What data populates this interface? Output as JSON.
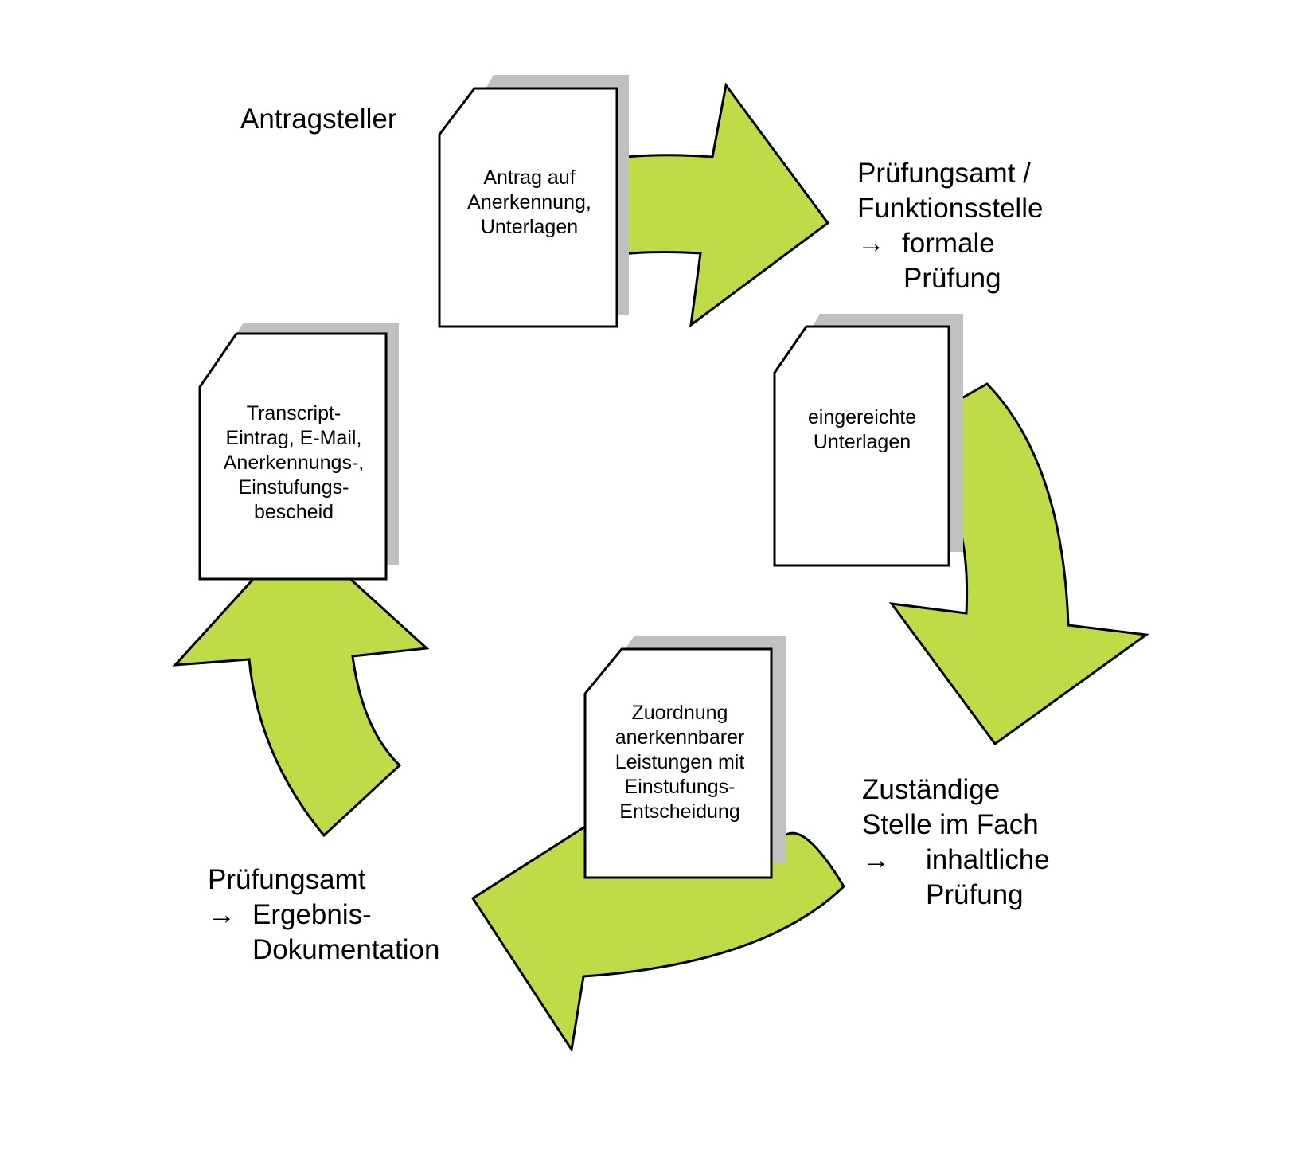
{
  "diagram": {
    "type": "process-cycle",
    "colors": {
      "arrow_fill": "#bddc47",
      "outline": "#000000",
      "document_fill": "#ffffff",
      "document_shadow": "#c0c0c0"
    },
    "stages": [
      {
        "id": "antragsteller",
        "label_lines": [
          "Antragsteller"
        ]
      },
      {
        "id": "pruefungsamt-formal",
        "label_lines": [
          "Prüfungsamt  /",
          "Funktionsstelle",
          "formale",
          "Prüfung"
        ],
        "arrow_symbol": "→"
      },
      {
        "id": "fach-inhaltlich",
        "label_lines": [
          "Zuständige",
          "Stelle im Fach",
          "inhaltliche",
          "Prüfung"
        ],
        "arrow_symbol": "→"
      },
      {
        "id": "pruefungsamt-ergebnis",
        "label_lines": [
          "Prüfungsamt",
          "Ergebnis-",
          "Dokumentation"
        ],
        "arrow_symbol": "→"
      }
    ],
    "documents": [
      {
        "id": "antrag",
        "lines": [
          "Antrag auf",
          "Anerkennung,",
          "Unterlagen"
        ]
      },
      {
        "id": "eingereicht",
        "lines": [
          "eingereichte",
          "Unterlagen"
        ]
      },
      {
        "id": "zuordnung",
        "lines": [
          "Zuordnung",
          "anerkennbarer",
          "Leistungen mit",
          "Einstufungs-",
          "Entscheidung"
        ]
      },
      {
        "id": "transcript",
        "lines": [
          "Transcript-",
          "Eintrag, E-Mail,",
          "Anerkennungs-,",
          "Einstufungs-",
          "bescheid"
        ]
      }
    ],
    "arrows": [
      {
        "id": "arrow-to-pruefungsamt",
        "direction": "right"
      },
      {
        "id": "arrow-to-fach",
        "direction": "down"
      },
      {
        "id": "arrow-to-ergebnis",
        "direction": "left"
      },
      {
        "id": "arrow-to-antragsteller",
        "direction": "up"
      }
    ]
  }
}
